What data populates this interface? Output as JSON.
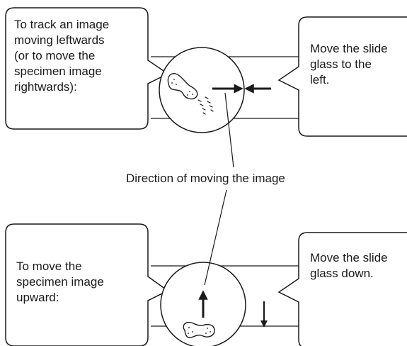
{
  "top_left_box": {
    "text": "To track an image\nmoving leftwards\n(or to move the\nspecimen image\nrightwards):"
  },
  "top_right_box": {
    "text": "Move the slide\nglass to the\nleft."
  },
  "caption": {
    "text": "Direction of moving the image"
  },
  "bottom_left_box": {
    "text": "To move the\nspecimen image\nupward:"
  },
  "bottom_right_box": {
    "text": "Move the slide\nglass down."
  },
  "colors": {
    "stroke": "#1a1a1a",
    "background": "#ffffff"
  },
  "icons": [
    "specimen-blob-icon",
    "motion-trail-icon",
    "arrow-right-icon",
    "arrow-left-icon",
    "arrow-up-icon",
    "arrow-down-icon"
  ]
}
